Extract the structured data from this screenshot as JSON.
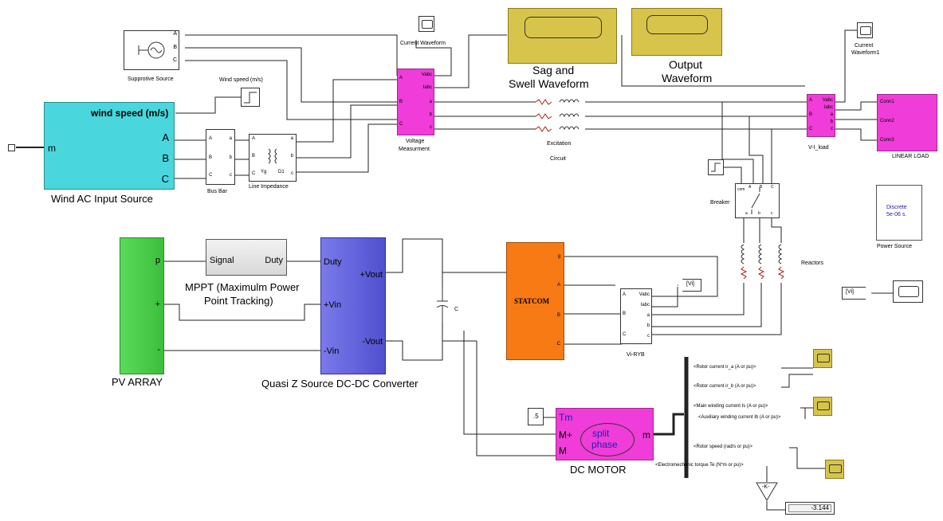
{
  "blocks": {
    "supportive_source": {
      "caption": "Supprotive Source",
      "ports": [
        "A",
        "B",
        "C"
      ]
    },
    "wind_speed": {
      "caption": "Wind speed (m/s)"
    },
    "wind_source": {
      "input_label": "wind speed (m/s)",
      "ports": [
        "A",
        "B",
        "C"
      ],
      "m_label": "m",
      "caption": "Wind AC Input Source"
    },
    "bus_bar": {
      "caption": "Bus Bar",
      "ports_in": [
        "A",
        "B",
        "C"
      ],
      "ports_out": [
        "a",
        "b",
        "c"
      ]
    },
    "line_impedance": {
      "caption": "Line Impedance",
      "ports_in": [
        "A",
        "B",
        "C"
      ],
      "ports_out": [
        "a",
        "b",
        "c"
      ],
      "yg": "Yg",
      "d1": "D1"
    },
    "current_waveform": {
      "caption": "Current Waveform"
    },
    "voltage_measurement": {
      "caption_line1": "Voltage",
      "caption_line2": "Measurment",
      "ports_in": [
        "A",
        "B",
        "C"
      ],
      "ports_out": [
        "Vabc",
        "Iabc",
        "a",
        "b",
        "c"
      ]
    },
    "sag_swell": {
      "caption_line1": "Sag and",
      "caption_line2": "Swell Waveform"
    },
    "output_waveform": {
      "caption_line1": "Output",
      "caption_line2": "Waveform"
    },
    "excitation": {
      "caption_line1": "Excitation",
      "caption_line2": "Circuit"
    },
    "current_waveform1": {
      "caption_line1": "Current",
      "caption_line2": "Waveform1"
    },
    "vi_load": {
      "caption": "V-I_load",
      "ports_in": [
        "A",
        "B",
        "C"
      ],
      "ports_out": [
        "Vabc",
        "Iabc",
        "a",
        "b",
        "c"
      ]
    },
    "linear_load": {
      "caption": "LINEAR LOAD",
      "ports": [
        "Conn1",
        "Conn2",
        "Conn3"
      ]
    },
    "breaker": {
      "caption": "Breaker",
      "ports_top": [
        "com",
        "A",
        "B",
        "C"
      ],
      "ports_bottom": [
        "a",
        "b",
        "c"
      ]
    },
    "power_source": {
      "line1": "Discrete",
      "line2": "5e-06 s.",
      "caption": "Power Source"
    },
    "pv_array": {
      "ports": [
        "p",
        "+",
        "-"
      ],
      "caption": "PV ARRAY"
    },
    "mppt": {
      "in": "Signal",
      "out": "Duty",
      "caption_line1": "MPPT (Maximulm Power",
      "caption_line2": "Point Tracking)"
    },
    "qzs": {
      "ports_in": [
        "Duty",
        "+Vin",
        "-Vin"
      ],
      "ports_out": [
        "+Vout",
        "-Vout"
      ],
      "caption": "Quasi Z Source DC-DC Converter"
    },
    "capacitor": {
      "label": "C"
    },
    "statcom": {
      "title": "STATCOM",
      "ports": [
        "g",
        "A",
        "B",
        "C"
      ]
    },
    "vi_ryb": {
      "caption": "Vi-RYB",
      "ports_in": [
        "A",
        "B",
        "C"
      ],
      "ports_out": [
        "Vabc",
        "Iabc",
        "a",
        "b",
        "c"
      ]
    },
    "vi_tag1": {
      "text": "[Vi]"
    },
    "vi_tag2": {
      "text": "[Vi]"
    },
    "reactors": {
      "caption": "Reactors"
    },
    "dc_motor": {
      "ports_in": [
        "Tm",
        "M+",
        "M"
      ],
      "out": "m",
      "center_line1": "split",
      "center_line2": "phase",
      "caption": "DC MOTOR"
    },
    "const_block": {
      "value": ".5"
    },
    "gain": {
      "label": "-K-"
    },
    "display": {
      "value": "-3.144"
    },
    "signals": [
      "<Rotor current ir_a (A or pu)>",
      "<Rotor current ir_b (A or pu)>",
      "<Main winding current Is (A or pu)>",
      "<Auxiliary  winding current Ib (A or pu)>",
      "<Rotor speed (rad/s or pu)>",
      "<Electromechanic torque Te (N*m or pu)>"
    ]
  },
  "colors": {
    "cyan_block": "#49d6dc",
    "yellow_block": "#d7c44a",
    "magenta_block": "#f03cd8",
    "green_block": "#4bd14b",
    "blue_block": "#6a6ae0",
    "orange_block": "#f77a14",
    "gray_block": "#e8e8e8"
  }
}
